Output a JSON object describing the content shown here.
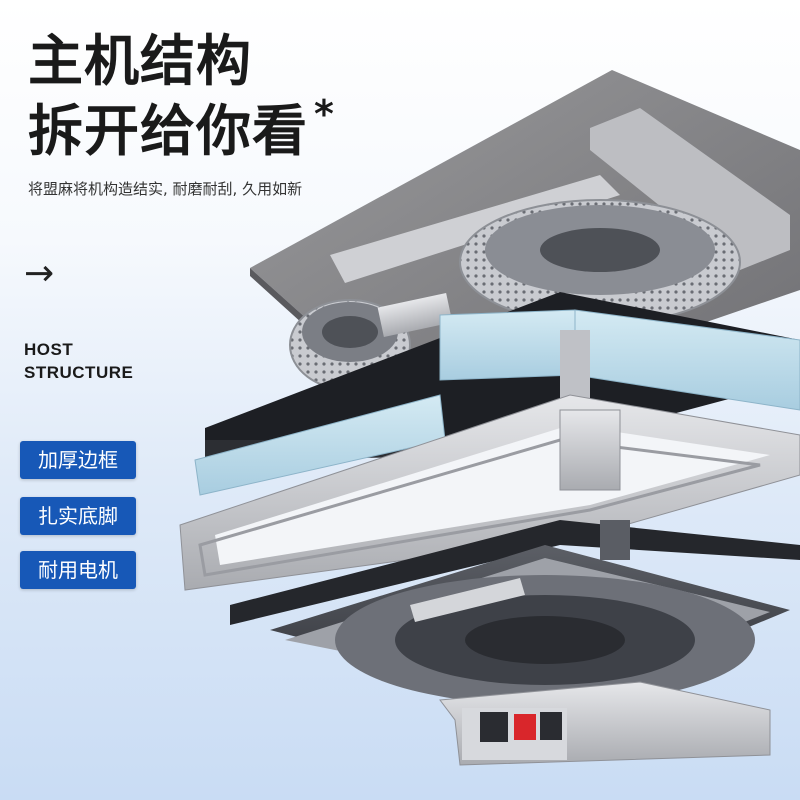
{
  "headline": {
    "line1": "主机结构",
    "line2": "拆开给你看",
    "star": "*"
  },
  "subtitle": "将盟麻将机构造结实, 耐磨耐刮, 久用如新",
  "arrow_icon": "arrow-right-icon",
  "english": {
    "line1": "HOST",
    "line2": "STRUCTURE"
  },
  "features": [
    {
      "label": "加厚边框"
    },
    {
      "label": "扎实底脚"
    },
    {
      "label": "耐用电机"
    }
  ],
  "colors": {
    "badge": "#1758b7",
    "switch_red": "#d9262b",
    "panel_blue": "#b9d9e8"
  }
}
